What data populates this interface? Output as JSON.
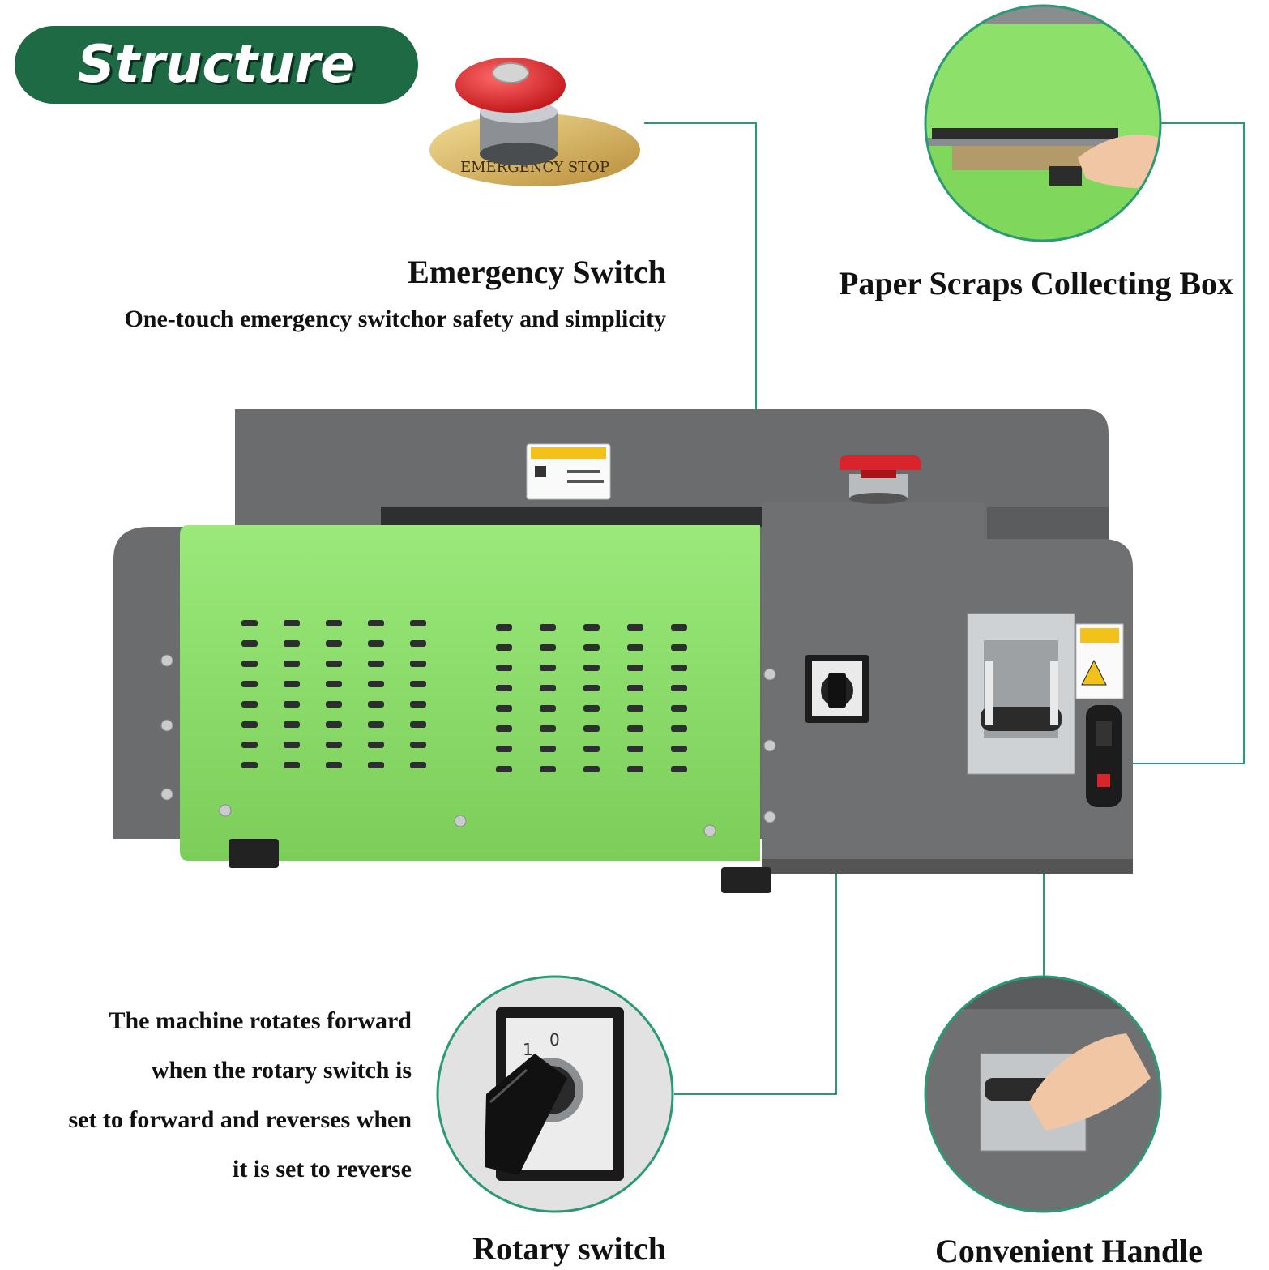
{
  "header": {
    "title": "Structure"
  },
  "callouts": {
    "emergency": {
      "title": "Emergency Switch",
      "desc": "One-touch emergency switchor safety and simplicity"
    },
    "scraps": {
      "title": "Paper Scraps Collecting Box"
    },
    "rotary": {
      "title": "Rotary switch",
      "desc_lines": [
        "The machine rotates forward",
        "when the rotary switch is",
        "set to forward and reverses when",
        "it is set to reverse"
      ]
    },
    "handle": {
      "title": "Convenient Handle"
    }
  },
  "rotary_switch_marks": {
    "left": "1",
    "right": "0"
  },
  "colors": {
    "accent_green": "#1e6a44",
    "panel_green": "#8de06a",
    "machine_gray": "#6a6c6e",
    "button_red": "#d8242a",
    "callout_line": "#2a9a74"
  }
}
